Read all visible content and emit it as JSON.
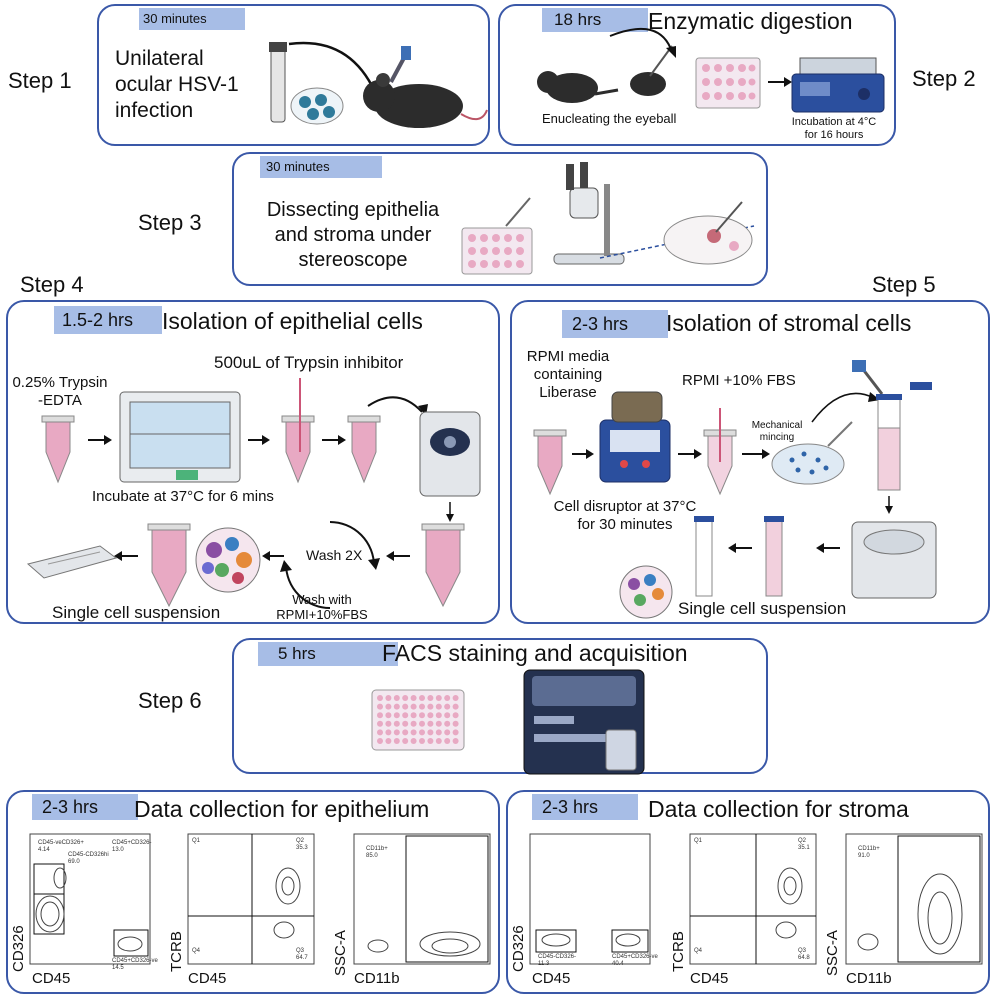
{
  "steps": {
    "s1": "Step 1",
    "s2": "Step 2",
    "s3": "Step 3",
    "s4": "Step 4",
    "s5": "Step 5",
    "s6": "Step 6"
  },
  "panel1": {
    "time": "30 minutes",
    "line1": "Unilateral",
    "line2": "ocular HSV-1",
    "line3": "infection"
  },
  "panel2": {
    "time": "18 hrs",
    "title": "Enzymatic digestion",
    "enucleate": "Enucleating the eyeball",
    "incub1": "Incubation at 4°C",
    "incub2": "for 16 hours"
  },
  "panel3": {
    "time": "30 minutes",
    "line1": "Dissecting epithelia",
    "line2": "and stroma under",
    "line3": "stereoscope"
  },
  "panel4": {
    "time": "1.5-2 hrs",
    "title": "Isolation of epithelial cells",
    "inhibitor": "500uL of Trypsin inhibitor",
    "trypsin1": "0.25% Trypsin",
    "trypsin2": "-EDTA",
    "incubate": "Incubate at 37°C for 6 mins",
    "wash": "Wash 2X",
    "wash2a": "Wash with",
    "wash2b": "RPMI+10%FBS",
    "single": "Single cell suspension"
  },
  "panel5": {
    "time": "2-3 hrs",
    "title": "Isolation of stromal cells",
    "rpmi1": "RPMI media",
    "rpmi2": "containing",
    "rpmi3": "Liberase",
    "fbs": "RPMI +10% FBS",
    "mech1": "Mechanical",
    "mech2": "mincing",
    "disrupt1": "Cell disruptor at 37°C",
    "disrupt2": "for 30 minutes",
    "single": "Single cell suspension"
  },
  "panel6": {
    "time": "5 hrs",
    "title": "FACS staining and acquisition"
  },
  "panel7": {
    "time": "2-3 hrs",
    "title": "Data collection for epithelium",
    "plot1": {
      "y": "CD326",
      "x": "CD45",
      "g1a": "CD45-veCD326+",
      "g1b": "4.14",
      "g2a": "CD45-CD326hi",
      "g2b": "69.0",
      "g3a": "CD45+CD326-",
      "g3b": "13.0",
      "g4a": "CD45+CD326-ve",
      "g4b": "14.5"
    },
    "plot2": {
      "y": "TCRB",
      "x": "CD45",
      "q1": "Q1",
      "q2": "Q2",
      "q2v": "35.3",
      "q3": "Q3",
      "q3v": "64.7",
      "q4": "Q4"
    },
    "plot3": {
      "y": "SSC-A",
      "x": "CD11b",
      "ga": "CD11b+",
      "gb": "85.0"
    }
  },
  "panel8": {
    "time": "2-3 hrs",
    "title": "Data collection for stroma",
    "plot1": {
      "y": "CD326",
      "x": "CD45",
      "g1a": "CD45-CD326-",
      "g1b": "11.3",
      "g2a": "CD45+CD326-ve",
      "g2b": "40.4"
    },
    "plot2": {
      "y": "TCRB",
      "x": "CD45",
      "q1": "Q1",
      "q2": "Q2",
      "q2v": "35.1",
      "q3": "Q3",
      "q3v": "64.8",
      "q4": "Q4"
    },
    "plot3": {
      "y": "SSC-A",
      "x": "CD11b",
      "ga": "CD11b+",
      "gb": "91.0"
    }
  },
  "colors": {
    "border": "#3a58a8",
    "badge": "#a7bde6",
    "pink": "#e8a9c3",
    "mouse": "#2c2c2c"
  }
}
